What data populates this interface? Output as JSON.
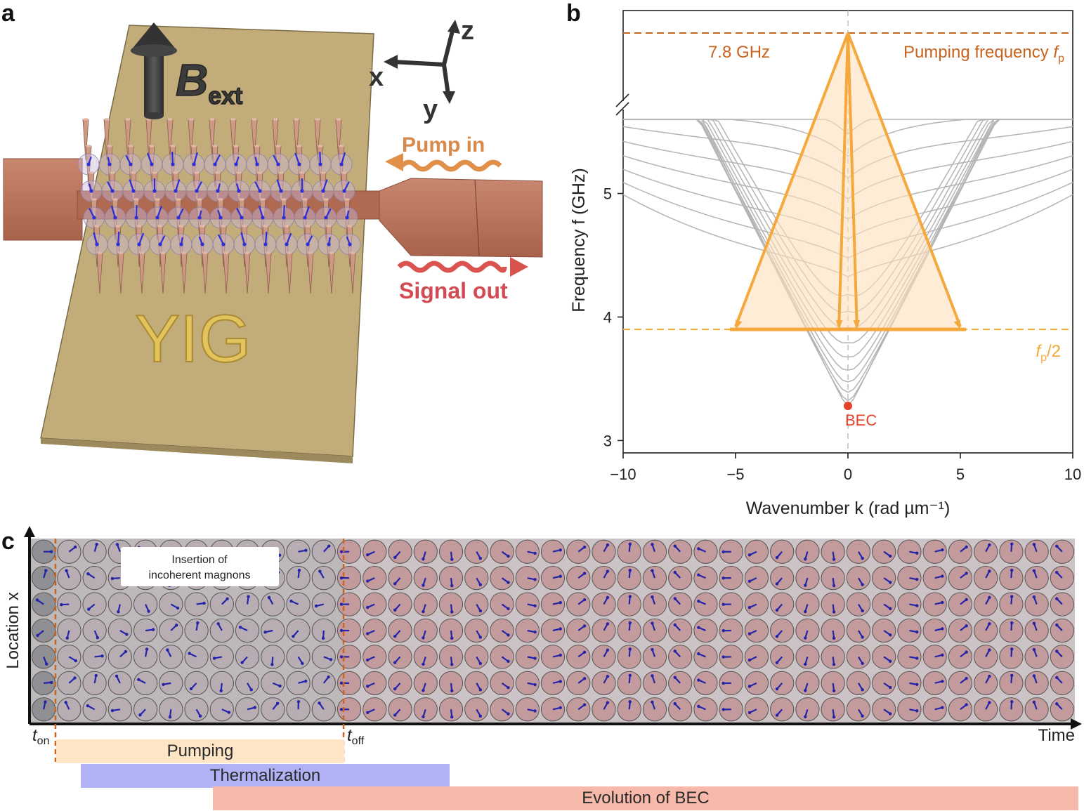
{
  "panels": {
    "a": "a",
    "b": "b",
    "c": "c"
  },
  "panel_a": {
    "b_ext": {
      "main": "B",
      "sub": "ext"
    },
    "axes": {
      "x": "x",
      "y": "y",
      "z": "z"
    },
    "pump_in": "Pump in",
    "signal_out": "Signal out",
    "material": "YIG"
  },
  "chart_data": {
    "type": "line",
    "xlabel": "Wavenumber k (rad µm⁻¹)",
    "ylabel": "Frequency f (GHz)",
    "xlim": [
      -10,
      10
    ],
    "ylim": [
      2.9,
      5.6
    ],
    "x_ticks": [
      -10,
      -5,
      0,
      5,
      10
    ],
    "y_ticks": [
      3,
      4,
      5
    ],
    "x_tick_labels": [
      "−10",
      "−5",
      "0",
      "5",
      "10"
    ],
    "y_tick_labels": [
      "3",
      "4",
      "5"
    ],
    "axis_break": true,
    "pump_level_label": "7.8 GHz",
    "pump_line_label": {
      "text": "Pumping frequency ",
      "symbol": "f",
      "sub": "p"
    },
    "half_line_label": {
      "symbol": "f",
      "sub": "p",
      "rest": "/2"
    },
    "half_frequency": 3.9,
    "bec": {
      "label": "BEC",
      "k": 0,
      "f": 3.28
    },
    "dispersion_curve_count": 18,
    "transitions_k": [
      -5.0,
      -0.4,
      0.4,
      5.0
    ],
    "colors": {
      "pump": "#c8641e",
      "half": "#f5a83b",
      "curves": "#b4b4b4",
      "bec": "#e8412a"
    }
  },
  "panel_c": {
    "ylabel": "Location x",
    "xlabel": "Time",
    "t_on": {
      "main": "t",
      "sub": "on"
    },
    "t_off": {
      "main": "t",
      "sub": "off"
    },
    "callout": "Insertion of incoherent magnons",
    "grid": {
      "rows": 7,
      "cols": 41
    },
    "bars": {
      "pumping": "Pumping",
      "thermalization": "Thermalization",
      "evolution": "Evolution of BEC"
    },
    "colors": {
      "pumping": "#fde5c6",
      "thermalization": "#b0b2f5",
      "evolution": "#f7b9aa"
    }
  }
}
